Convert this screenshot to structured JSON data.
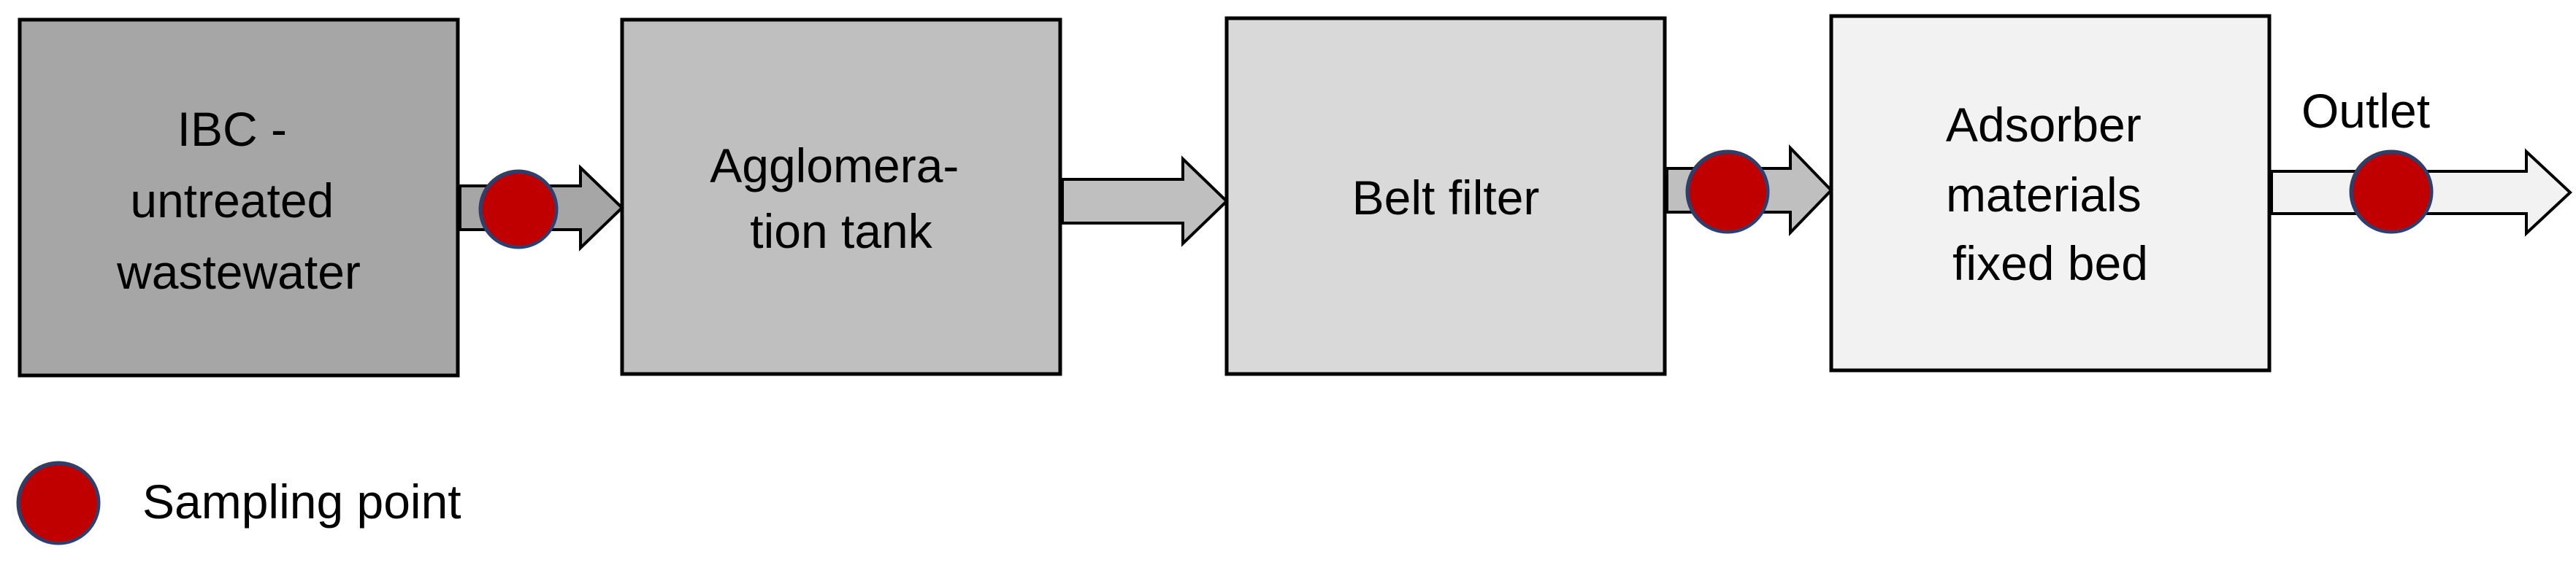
{
  "boxes": [
    {
      "id": "ibc",
      "lines": [
        "IBC -",
        "untreated",
        "wastewater"
      ],
      "fill": "#a6a6a6"
    },
    {
      "id": "agglomeration",
      "lines": [
        "Agglomera-",
        "tion tank"
      ],
      "fill": "#bfbfbf"
    },
    {
      "id": "belt-filter",
      "lines": [
        "Belt filter"
      ],
      "fill": "#d9d9d9"
    },
    {
      "id": "adsorber",
      "lines": [
        "Adsorber",
        "materials",
        "fixed bed"
      ],
      "fill": "#f2f2f2"
    }
  ],
  "arrows": [
    {
      "id": "ibc-to-agglomeration",
      "fill": "#a6a6a6",
      "sampling_point": true
    },
    {
      "id": "agglomeration-to-belt",
      "fill": "#bfbfbf",
      "sampling_point": false
    },
    {
      "id": "belt-to-adsorber",
      "fill": "#bfbfbf",
      "sampling_point": true
    },
    {
      "id": "outlet",
      "fill": "#f2f2f2",
      "sampling_point": true
    }
  ],
  "outlet_label": "Outlet",
  "legend": {
    "label": "Sampling point",
    "color": "#c00000"
  },
  "colors": {
    "sampling_point": "#c00000",
    "sampling_point_border": "#2f3e6b"
  }
}
